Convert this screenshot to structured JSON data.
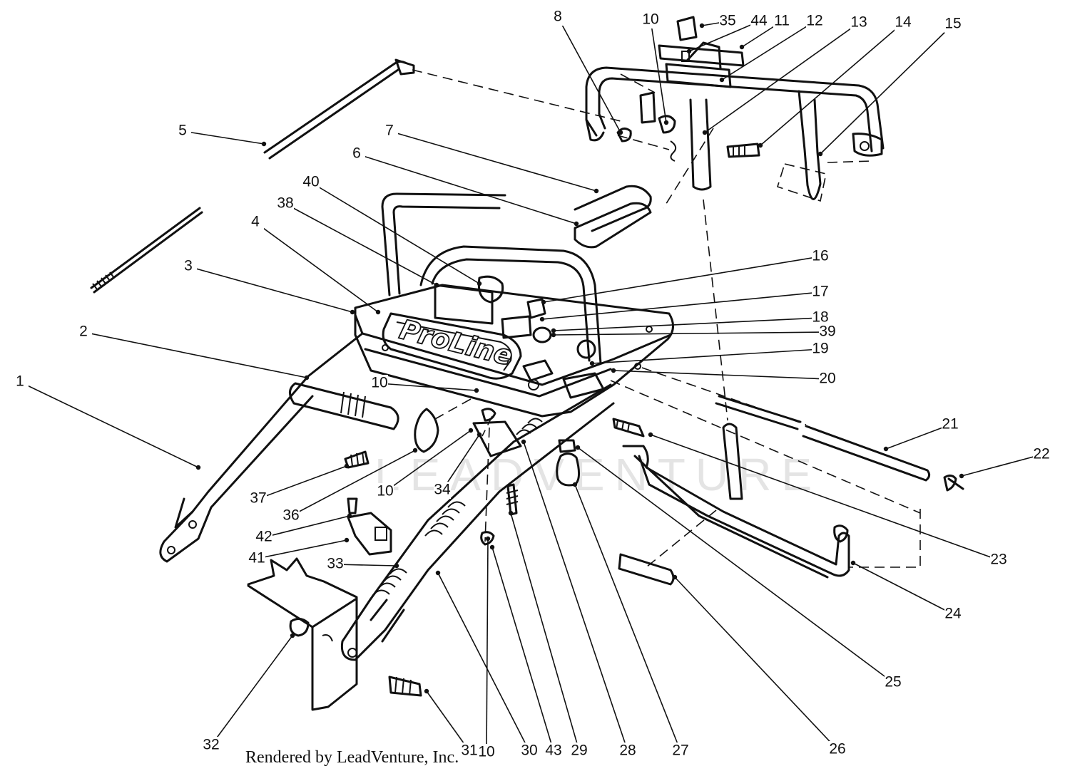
{
  "diagram": {
    "brand_logo": "ProLine",
    "watermark": "LEADVENTURE",
    "credit": "Rendered by LeadVenture, Inc.",
    "callouts": [
      "1",
      "2",
      "3",
      "4",
      "5",
      "6",
      "7",
      "8",
      "10",
      "10",
      "10",
      "10",
      "11",
      "12",
      "13",
      "14",
      "15",
      "16",
      "17",
      "18",
      "19",
      "20",
      "21",
      "22",
      "23",
      "24",
      "25",
      "26",
      "27",
      "28",
      "29",
      "30",
      "31",
      "32",
      "33",
      "34",
      "35",
      "36",
      "37",
      "38",
      "39",
      "40",
      "41",
      "42",
      "43",
      "44"
    ]
  }
}
